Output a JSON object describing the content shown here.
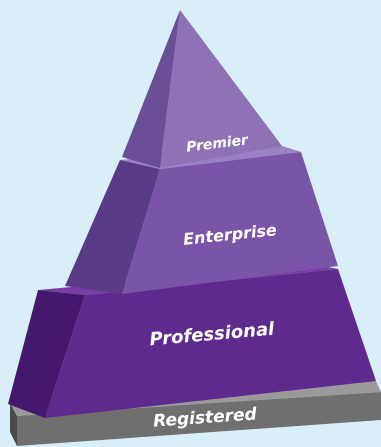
{
  "diagram": {
    "type": "pyramid",
    "tiers": [
      {
        "label": "Premier",
        "color": "#8f72b6"
      },
      {
        "label": "Enterprise",
        "color": "#7a55a7"
      },
      {
        "label": "Professional",
        "color": "#5f2a8e"
      },
      {
        "label": "Registered",
        "color": "#7a7a7a"
      }
    ],
    "background": "#d8eef8"
  }
}
